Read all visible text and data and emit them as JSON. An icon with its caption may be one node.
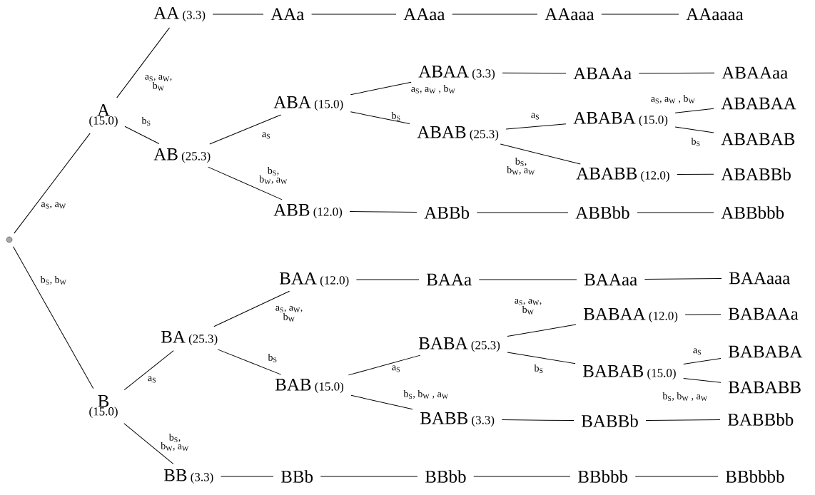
{
  "diagram": {
    "nodes": [
      {
        "text": [],
        "shape": "circle"
      },
      {
        "text": [
          "A"
        ],
        "beside": [
          "(15.0)"
        ]
      },
      {
        "text": [
          "AA"
        ],
        "beside": [
          "(3.3)"
        ]
      },
      {
        "text": [
          "AAa"
        ]
      },
      {
        "text": [
          "AAaa"
        ]
      },
      {
        "text": [
          "AAaaa"
        ]
      },
      {
        "text": [
          "AAaaaa"
        ]
      },
      {
        "text": [
          "AB"
        ],
        "beside": [
          "(25.3)"
        ]
      },
      {
        "text": [
          "ABA"
        ],
        "beside": [
          "(15.0)"
        ]
      },
      {
        "text": [
          "ABAA"
        ],
        "beside": [
          "(3.3)"
        ]
      },
      {
        "text": [
          "ABAAa"
        ]
      },
      {
        "text": [
          "ABAAaa"
        ]
      },
      {
        "text": [
          "ABAB"
        ],
        "beside": [
          "(25.3)"
        ]
      },
      {
        "text": [
          "ABABA"
        ],
        "beside": [
          "(15.0)"
        ]
      },
      {
        "text": [
          "ABABAA"
        ]
      },
      {
        "text": [
          "ABABAB"
        ]
      },
      {
        "text": [
          "ABABB"
        ],
        "beside": [
          "(12.0)"
        ]
      },
      {
        "text": [
          "ABABBb"
        ]
      },
      {
        "text": [
          "ABB"
        ],
        "beside": [
          "(12.0)"
        ]
      },
      {
        "text": [
          "ABBb"
        ]
      },
      {
        "text": [
          "ABBbb"
        ]
      },
      {
        "text": [
          "ABBbbb"
        ]
      },
      {
        "text": [
          "B"
        ],
        "beside": [
          "(15.0)"
        ]
      },
      {
        "text": [
          "BA"
        ],
        "beside": [
          "(25.3)"
        ]
      },
      {
        "text": [
          "BAA"
        ],
        "beside": [
          "(12.0)"
        ]
      },
      {
        "text": [
          "BAAa"
        ]
      },
      {
        "text": [
          "BAAaa"
        ]
      },
      {
        "text": [
          "BAAaaa"
        ]
      },
      {
        "text": [
          "BAB"
        ],
        "beside": [
          "(15.0)"
        ]
      },
      {
        "text": [
          "BABA"
        ],
        "beside": [
          "(25.3)"
        ]
      },
      {
        "text": [
          "BABAA"
        ],
        "beside": [
          "(12.0)"
        ]
      },
      {
        "text": [
          "BABAAa"
        ]
      },
      {
        "text": [
          "BABAB"
        ],
        "beside": [
          "(15.0)"
        ]
      },
      {
        "text": [
          "BABABA"
        ]
      },
      {
        "text": [
          "BABABB"
        ]
      },
      {
        "text": [
          "BABB"
        ],
        "beside": [
          "(3.3)"
        ]
      },
      {
        "text": [
          "BABBb"
        ]
      },
      {
        "text": [
          "BABBbb"
        ]
      },
      {
        "text": [
          "BB"
        ],
        "beside": [
          "(3.3)"
        ]
      },
      {
        "text": [
          "BBb"
        ]
      },
      {
        "text": [
          "BBbb"
        ]
      },
      {
        "text": [
          "BBbbb"
        ]
      },
      {
        "text": [
          "BBbbbb"
        ]
      }
    ],
    "edges": [
      {
        "from": 0,
        "to": 1,
        "arrow": "none",
        "label": "a$_{S}$, a$_{W}$"
      },
      {
        "from": 0,
        "to": 22,
        "arrow": "none",
        "label": "b$_{S}$, b$_{W}$"
      },
      {
        "from": 1,
        "to": 2,
        "arrow": "none",
        "label": "a$_{S}$, a$_{W}$, b$_{W}$"
      },
      {
        "from": 1,
        "to": 7,
        "arrow": "none",
        "label": "b$_{S}$"
      },
      {
        "from": 2,
        "to": 3,
        "arrow": "none"
      },
      {
        "from": 3,
        "to": 4,
        "arrow": "none"
      },
      {
        "from": 4,
        "to": 5,
        "arrow": "none"
      },
      {
        "from": 5,
        "to": 6,
        "arrow": "none"
      },
      {
        "from": 7,
        "to": 8,
        "arrow": "none",
        "label": "a$_{S}$"
      },
      {
        "from": 7,
        "to": 18,
        "arrow": "none",
        "label": "b$_{S}$, b$_{W}$, a$_{W}$"
      },
      {
        "from": 8,
        "to": 9,
        "arrow": "none",
        "label": "a$_{S}$, a$_{W}$ , b$_{W}$"
      },
      {
        "from": 8,
        "to": 12,
        "arrow": "none",
        "label": "b$_{S}$"
      },
      {
        "from": 9,
        "to": 10,
        "arrow": "none"
      },
      {
        "from": 10,
        "to": 11,
        "arrow": "none"
      },
      {
        "from": 12,
        "to": 13,
        "arrow": "none",
        "label": "a$_{S}$"
      },
      {
        "from": 12,
        "to": 16,
        "arrow": "none",
        "label": "b$_{S}$, b$_{W}$, a$_{W}$"
      },
      {
        "from": 13,
        "to": 14,
        "arrow": "none",
        "label": "a$_{S}$, a$_{W}$ , b$_{W}$"
      },
      {
        "from": 13,
        "to": 15,
        "arrow": "none",
        "label": "b$_{S}$"
      },
      {
        "from": 16,
        "to": 17,
        "arrow": "none"
      },
      {
        "from": 18,
        "to": 19,
        "arrow": "none"
      },
      {
        "from": 19,
        "to": 20,
        "arrow": "none"
      },
      {
        "from": 20,
        "to": 21,
        "arrow": "none"
      },
      {
        "from": 22,
        "to": 23,
        "arrow": "none",
        "label": "a$_{S}$"
      },
      {
        "from": 22,
        "to": 38,
        "arrow": "none",
        "label": "b$_{S}$, b$_{W}$, a$_{W}$"
      },
      {
        "from": 23,
        "to": 24,
        "arrow": "none",
        "label": "a$_{S}$, a$_{W}$, b$_{W}$"
      },
      {
        "from": 23,
        "to": 28,
        "arrow": "none",
        "label": "b$_{S}$"
      },
      {
        "from": 24,
        "to": 25,
        "arrow": "none"
      },
      {
        "from": 25,
        "to": 26,
        "arrow": "none"
      },
      {
        "from": 26,
        "to": 27,
        "arrow": "none"
      },
      {
        "from": 28,
        "to": 29,
        "arrow": "none",
        "label": "a$_{S}$"
      },
      {
        "from": 28,
        "to": 35,
        "arrow": "none",
        "label": "b$_{S}$, b$_{W}$ , a$_{W}$"
      },
      {
        "from": 29,
        "to": 30,
        "arrow": "none",
        "label": "a$_{S}$, a$_{W}$, b$_{W}$"
      },
      {
        "from": 29,
        "to": 32,
        "arrow": "none",
        "label": "b$_{S}$"
      },
      {
        "from": 30,
        "to": 31,
        "arrow": "none"
      },
      {
        "from": 32,
        "to": 33,
        "arrow": "none",
        "label": "a$_{S}$"
      },
      {
        "from": 32,
        "to": 34,
        "arrow": "none",
        "label": "b$_{S}$, b$_{W}$ , a$_{W}$"
      },
      {
        "from": 35,
        "to": 36,
        "arrow": "none"
      },
      {
        "from": 36,
        "to": 37,
        "arrow": "none"
      },
      {
        "from": 38,
        "to": 39,
        "arrow": "none"
      },
      {
        "from": 39,
        "to": 40,
        "arrow": "none"
      },
      {
        "from": 40,
        "to": 41,
        "arrow": "none"
      },
      {
        "from": 41,
        "to": 42,
        "arrow": "none"
      }
    ]
  }
}
